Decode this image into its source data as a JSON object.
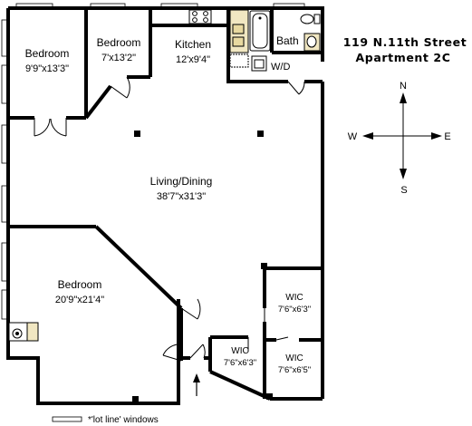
{
  "title": {
    "line1": "119 N.11th Street",
    "line2": "Apartment  2C"
  },
  "rooms": {
    "bedroom_nw": {
      "name": "Bedroom",
      "dims": "9'9\"x13'3\""
    },
    "bedroom_n": {
      "name": "Bedroom",
      "dims": "7'x13'2\""
    },
    "kitchen": {
      "name": "Kitchen",
      "dims": "12'x9'4\""
    },
    "bath": {
      "name": "Bath"
    },
    "wd": {
      "name": "W/D"
    },
    "living": {
      "name": "Living/Dining",
      "dims": "38'7\"x31'3\""
    },
    "bedroom_s": {
      "name": "Bedroom",
      "dims": "20'9\"x21'4\""
    },
    "wic_upper": {
      "name": "WIC",
      "dims": "7'6\"x6'3\""
    },
    "wic_lower_left": {
      "name": "WIC",
      "dims": "7'6\"x6'3\""
    },
    "wic_lower_right": {
      "name": "WIC",
      "dims": "7'6\"x6'5\""
    }
  },
  "compass": {
    "north": "N",
    "south": "S",
    "east": "E",
    "west": "W"
  },
  "legend": {
    "text": "*'lot line' windows"
  }
}
